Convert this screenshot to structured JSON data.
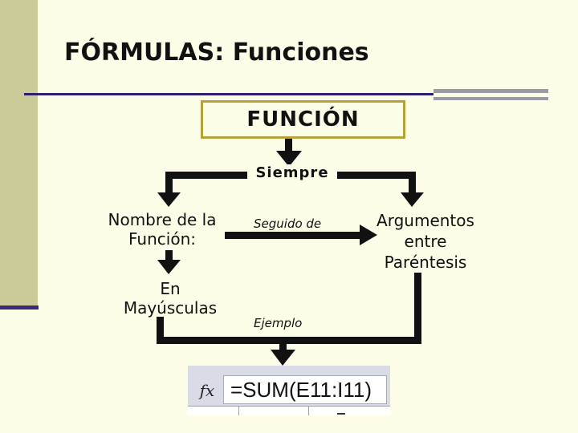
{
  "slide": {
    "title": "FÓRMULAS: Funciones",
    "colors": {
      "background": "#fefee8",
      "left_band": "#cbcb99",
      "rule": "#2e1e6e",
      "box_border": "#b5a23a",
      "arrow": "#111111"
    }
  },
  "diagram": {
    "top_box": "FUNCIÓN",
    "connector_label": "Siempre",
    "left_node": "Nombre de la\nFunción:",
    "left_sub_node": "En\nMayúsculas",
    "right_node": "Argumentos\nentre\nParéntesis",
    "middle_label": "Seguido de",
    "bottom_label": "Ejemplo"
  },
  "formula_bar": {
    "fx_symbol": "fx",
    "formula": "=SUM(E11:I11)"
  }
}
